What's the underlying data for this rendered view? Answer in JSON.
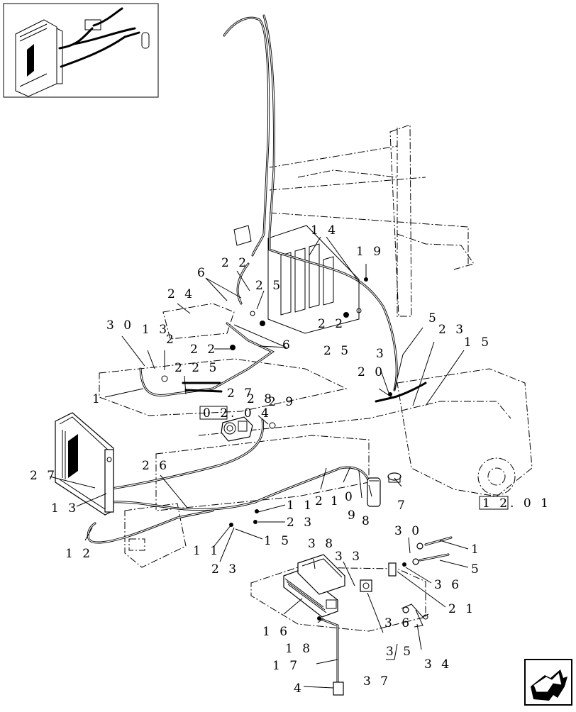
{
  "callouts": [
    {
      "id": "c14a",
      "text": "1 4"
    },
    {
      "id": "c19",
      "text": "1 9"
    },
    {
      "id": "c22a",
      "text": "2 2"
    },
    {
      "id": "c6a",
      "text": "6"
    },
    {
      "id": "c25a",
      "text": "2 5"
    },
    {
      "id": "c24",
      "text": "2 4"
    },
    {
      "id": "c30a",
      "text": "3 0"
    },
    {
      "id": "c13a",
      "text": "1 3"
    },
    {
      "id": "c2a",
      "text": "2"
    },
    {
      "id": "c22b",
      "text": "2 2"
    },
    {
      "id": "c6b",
      "text": "6"
    },
    {
      "id": "c25b",
      "text": "2 5"
    },
    {
      "id": "c22c",
      "text": "2 2"
    },
    {
      "id": "c225",
      "text": "2 2 5"
    },
    {
      "id": "c1a",
      "text": "1"
    },
    {
      "id": "c27a",
      "text": "2 7"
    },
    {
      "id": "c28",
      "text": "2 8"
    },
    {
      "id": "c29",
      "text": "2 9"
    },
    {
      "id": "c5a",
      "text": "5"
    },
    {
      "id": "c23a",
      "text": "2 3"
    },
    {
      "id": "c15a",
      "text": "1 5"
    },
    {
      "id": "c3a",
      "text": "3"
    },
    {
      "id": "c20",
      "text": "2 0"
    },
    {
      "id": "c26",
      "text": "2 6"
    },
    {
      "id": "c27b",
      "text": "2 7"
    },
    {
      "id": "c13b",
      "text": "1 3"
    },
    {
      "id": "c12",
      "text": "1 2"
    },
    {
      "id": "c2b",
      "text": "2"
    },
    {
      "id": "c1b",
      "text": "1"
    },
    {
      "id": "c0",
      "text": "0"
    },
    {
      "id": "c9",
      "text": "9"
    },
    {
      "id": "c8",
      "text": "8"
    },
    {
      "id": "c7",
      "text": "7"
    },
    {
      "id": "c11a",
      "text": "1 1"
    },
    {
      "id": "c23b",
      "text": "2 3"
    },
    {
      "id": "c15b",
      "text": "1 5"
    },
    {
      "id": "c11b",
      "text": "1 1"
    },
    {
      "id": "c23c",
      "text": "2 3"
    },
    {
      "id": "c30b",
      "text": "3 0"
    },
    {
      "id": "c1c",
      "text": "1"
    },
    {
      "id": "c5b",
      "text": "5"
    },
    {
      "id": "c38",
      "text": "3 8"
    },
    {
      "id": "c33",
      "text": "3 3"
    },
    {
      "id": "c36a",
      "text": "3 6"
    },
    {
      "id": "c21",
      "text": "2 1"
    },
    {
      "id": "c16",
      "text": "1 6"
    },
    {
      "id": "c36b",
      "text": "3 6"
    },
    {
      "id": "c18",
      "text": "1 8"
    },
    {
      "id": "c35",
      "text": "3 5"
    },
    {
      "id": "c34",
      "text": "3 4"
    },
    {
      "id": "c17",
      "text": "1 7"
    },
    {
      "id": "c37",
      "text": "3 7"
    },
    {
      "id": "c4",
      "text": "4"
    }
  ],
  "refs": [
    {
      "id": "r0204",
      "boxed": "0 2.",
      "rest": " 0 4"
    },
    {
      "id": "r1201",
      "boxed": "1 2.",
      "rest": " 0 1"
    }
  ]
}
